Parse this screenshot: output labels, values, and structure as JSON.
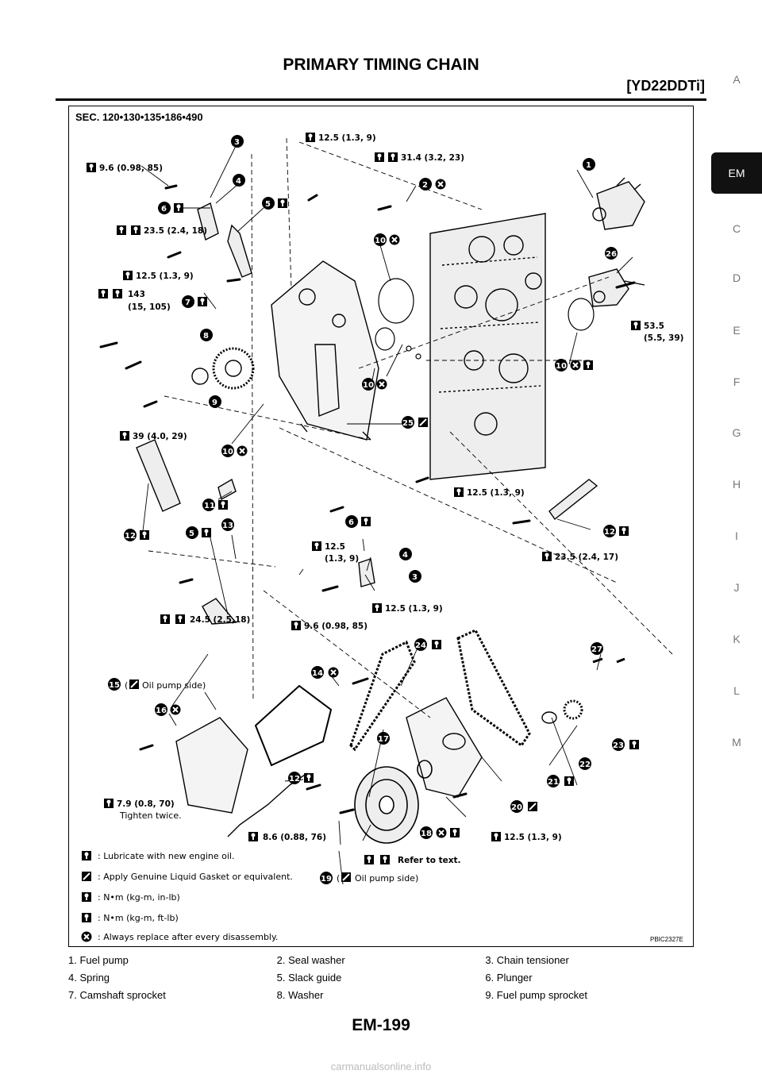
{
  "header": {
    "title": "PRIMARY TIMING CHAIN",
    "subtitle": "[YD22DDTi]"
  },
  "side_tabs": [
    "A",
    "EM",
    "C",
    "D",
    "E",
    "F",
    "G",
    "H",
    "I",
    "J",
    "K",
    "L",
    "M"
  ],
  "active_tab": "EM",
  "figure": {
    "section": "SEC. 120•130•135•186•490",
    "code": "PBIC2327E",
    "torques": {
      "t_9_6_top": "9.6 (0.98, 85)",
      "t_12_5_a": "12.5 (1.3, 9)",
      "t_31_4": "31.4 (3.2, 23)",
      "t_23_5_18": "23.5 (2.4, 18)",
      "t_12_5_b": "12.5 (1.3, 9)",
      "t_143": "143",
      "t_143b": "(15, 105)",
      "t_53_5": "53.5",
      "t_53_5b": "(5.5, 39)",
      "t_39": "39 (4.0, 29)",
      "t_12_5_c": "12.5 (1.3, 9)",
      "t_12_5_d": "12.5",
      "t_12_5_db": "(1.3, 9)",
      "t_23_5_17": "23.5 (2.4, 17)",
      "t_24_5": "24.5 (2.5,18)",
      "t_12_5_e": "12.5 (1.3, 9)",
      "t_9_6_mid": "9.6 (0.98, 85)",
      "t_7_9": "7.9 (0.8, 70)",
      "t_7_9b": "Tighten twice.",
      "t_8_6": "8.6 (0.88, 76)",
      "t_12_5_f": "12.5 (1.3, 9)",
      "refer": "Refer to text.",
      "oil_pump_15": "Oil pump side)",
      "oil_pump_19": "Oil pump side)"
    },
    "legend": [
      ": Lubricate with new engine oil.",
      ": Apply Genuine Liquid Gasket or equivalent.",
      ": N•m (kg-m, in-lb)",
      ": N•m (kg-m, ft-lb)",
      ": Always replace after every disassembly."
    ]
  },
  "parts_list": [
    [
      "1. Fuel pump",
      "2. Seal washer",
      "3. Chain tensioner"
    ],
    [
      "4. Spring",
      "5. Slack guide",
      "6. Plunger"
    ],
    [
      "7. Camshaft sprocket",
      "8. Washer",
      "9. Fuel pump sprocket"
    ]
  ],
  "page_number": "EM-199",
  "watermark": "carmanualsonline.info"
}
